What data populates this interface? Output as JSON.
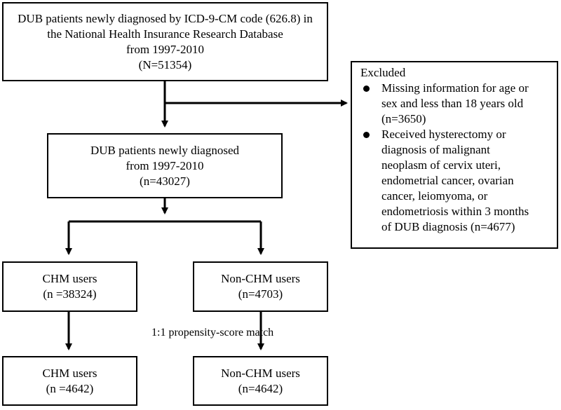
{
  "boxes": {
    "source": {
      "lines": [
        "DUB patients newly diagnosed by ICD-9-CM code (626.8) in",
        "the National Health Insurance Research Database",
        "from 1997-2010",
        "(N=51354)"
      ]
    },
    "cohort": {
      "lines": [
        "DUB patients newly diagnosed",
        "from 1997-2010",
        "(n=43027)"
      ]
    },
    "excluded": {
      "title": "Excluded",
      "items": [
        {
          "lines": [
            "Missing information for age or",
            "sex and less than 18 years old",
            "(n=3650)"
          ]
        },
        {
          "lines": [
            "Received hysterectomy or",
            "diagnosis of malignant",
            "neoplasm of cervix uteri,",
            "endometrial cancer, ovarian",
            "cancer, leiomyoma, or",
            "endometriosis within 3 months",
            "of DUB diagnosis (n=4677)"
          ]
        }
      ]
    },
    "chm_all": {
      "lines": [
        "CHM users",
        "(n =38324)"
      ]
    },
    "nonchm_all": {
      "lines": [
        "Non-CHM users",
        "(n=4703)"
      ]
    },
    "chm_matched": {
      "lines": [
        "CHM users",
        "(n =4642)"
      ]
    },
    "nonchm_matched": {
      "lines": [
        "Non-CHM users",
        "(n=4642)"
      ]
    }
  },
  "match_label": "1:1 propensity-score match"
}
